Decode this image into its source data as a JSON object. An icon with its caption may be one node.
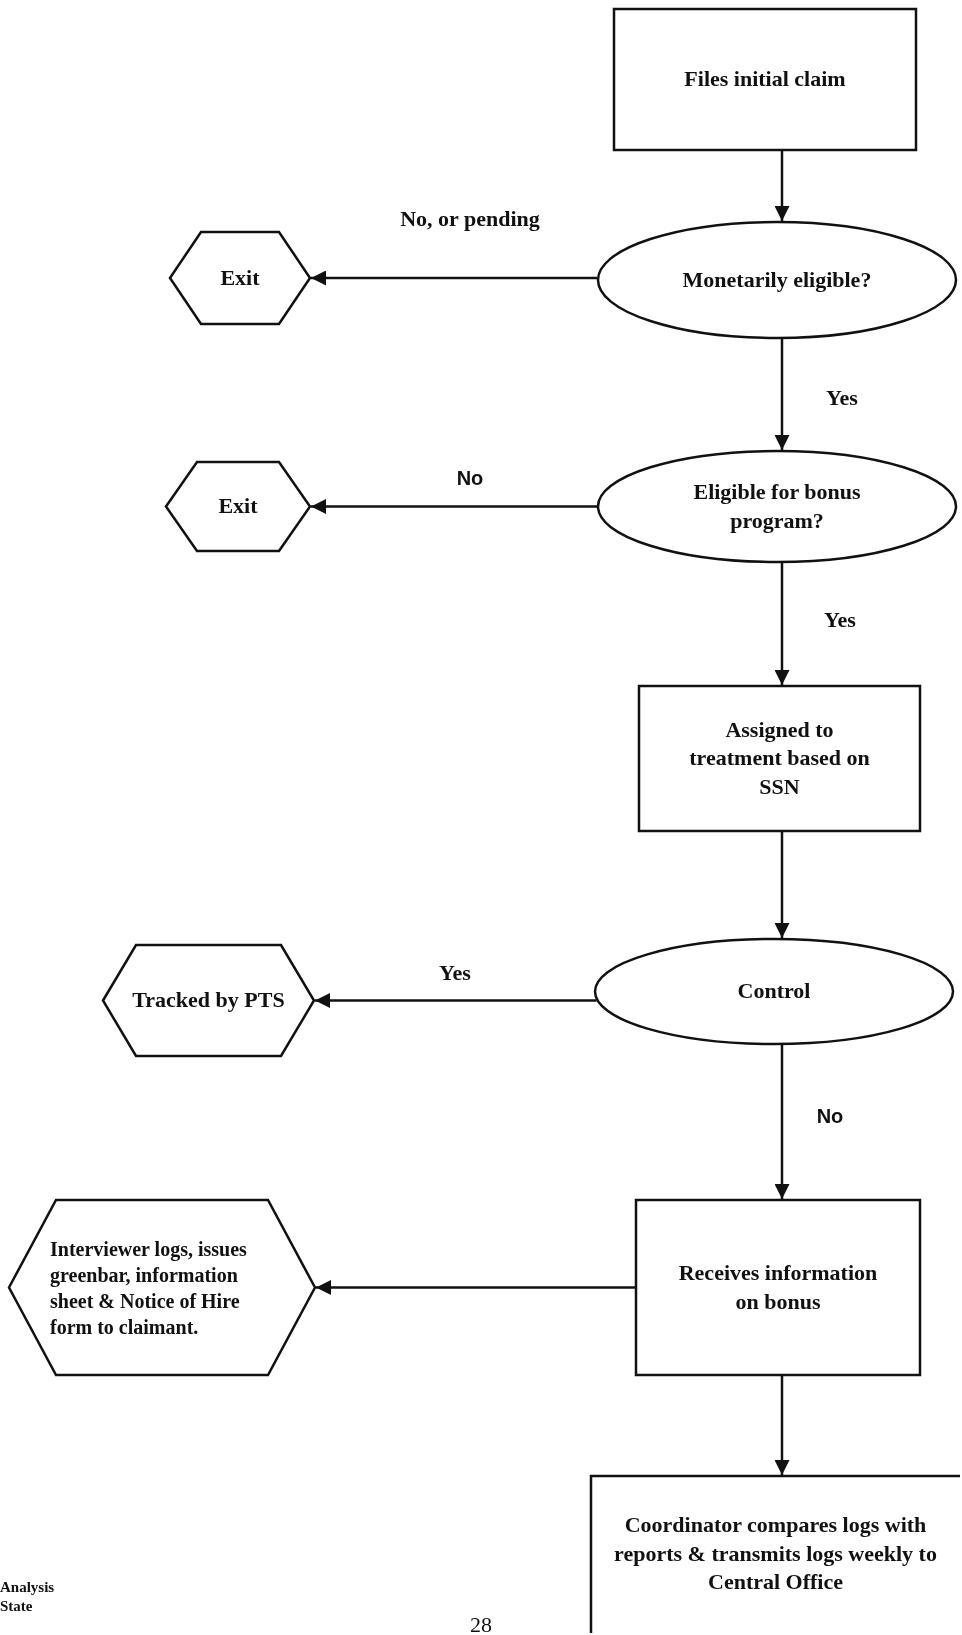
{
  "diagram": {
    "nodes": [
      {
        "text": [
          "Files initial claim"
        ]
      },
      {
        "text": [
          "Exit"
        ]
      },
      {
        "text": [
          "Monetarily eligible?"
        ]
      },
      {
        "text": [
          "Exit"
        ]
      },
      {
        "text": [
          "Eligible for bonus program?"
        ]
      },
      {
        "text": [
          "Assigned to treatment based on SSN"
        ]
      },
      {
        "text": [
          "Tracked by PTS"
        ]
      },
      {
        "text": [
          "Control"
        ]
      },
      {
        "text": [
          "Interviewer logs, issues greenbar, information sheet & Notice of Hire form to claimant."
        ]
      },
      {
        "text": [
          "Receives information on bonus"
        ]
      },
      {
        "text": [
          "Coordinator compares logs with reports & transmits logs weekly to Central Office"
        ]
      }
    ],
    "edges": [
      {
        "from": 0,
        "to": 2,
        "arrow": "to"
      },
      {
        "from": 2,
        "to": 1,
        "arrow": "to",
        "label": "No, or pending"
      },
      {
        "from": 2,
        "to": 4,
        "arrow": "to",
        "label": "Yes"
      },
      {
        "from": 4,
        "to": 3,
        "arrow": "to",
        "label": "No"
      },
      {
        "from": 4,
        "to": 5,
        "arrow": "to",
        "label": "Yes"
      },
      {
        "from": 5,
        "to": 7,
        "arrow": "to"
      },
      {
        "from": 7,
        "to": 6,
        "arrow": "to",
        "label": "Yes"
      },
      {
        "from": 7,
        "to": 9,
        "arrow": "to",
        "label": "No"
      },
      {
        "from": 9,
        "to": 8,
        "arrow": "to"
      },
      {
        "from": 9,
        "to": 10,
        "arrow": "to"
      }
    ],
    "labels": [
      "Analysis",
      "State",
      "28"
    ]
  }
}
